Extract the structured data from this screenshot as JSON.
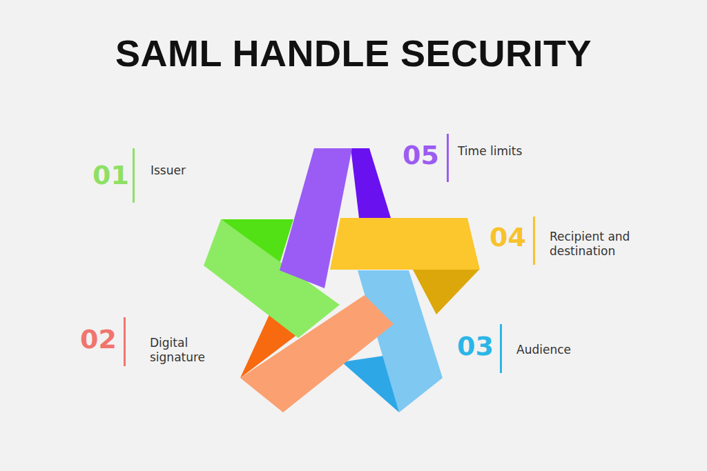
{
  "diagram": {
    "title": "SAML HANDLE SECURITY",
    "labels": [
      "01",
      "Issuer",
      "02",
      "Digital signature",
      "03",
      "Audience",
      "04",
      "Recipient and destination",
      "05",
      "Time limits"
    ]
  }
}
